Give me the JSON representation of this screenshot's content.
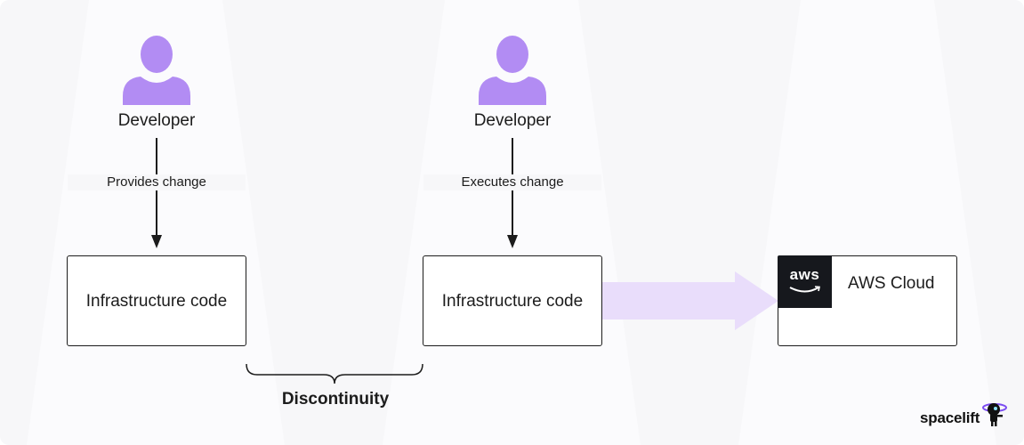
{
  "diagram": {
    "left_flow": {
      "actor_label": "Developer",
      "step_label": "Provides change",
      "box_label": "Infrastructure code"
    },
    "right_flow": {
      "actor_label": "Developer",
      "step_label": "Executes change",
      "box_label": "Infrastructure code"
    },
    "target": {
      "logo_text": "aws",
      "label": "AWS Cloud"
    },
    "gap_label": "Discontinuity",
    "brand": "spacelift"
  },
  "colors": {
    "person_fill": "#b28cf3",
    "big_arrow_fill": "#e9ddfb",
    "background": "#f7f7f9",
    "stroke": "#1c1c1c",
    "aws_logo_bg": "#16181d",
    "aws_smile": "#ff9900"
  },
  "icons": {
    "actor": "person-icon",
    "flow_arrow": "arrow-down-icon",
    "brand": "astronaut-icon"
  }
}
